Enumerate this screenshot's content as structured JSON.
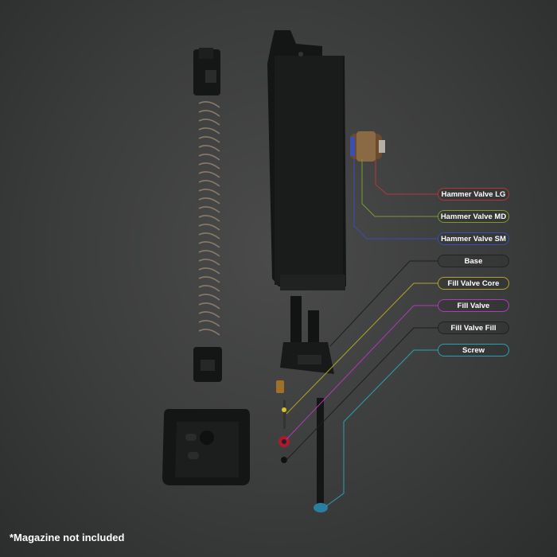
{
  "labels": [
    {
      "text": "Hammer Valve LG",
      "color": "#b8353a"
    },
    {
      "text": "Hammer Valve MD",
      "color": "#7a9a2e"
    },
    {
      "text": "Hammer Valve SM",
      "color": "#3a4fb0"
    },
    {
      "text": "Base",
      "color": "#222222"
    },
    {
      "text": "Fill Valve Core",
      "color": "#b0a22a"
    },
    {
      "text": "Fill Valve",
      "color": "#b03ab8"
    },
    {
      "text": "Fill Valve Fill",
      "color": "#222222"
    },
    {
      "text": "Screw",
      "color": "#2aa0b0"
    }
  ],
  "footnote": "*Magazine not included"
}
